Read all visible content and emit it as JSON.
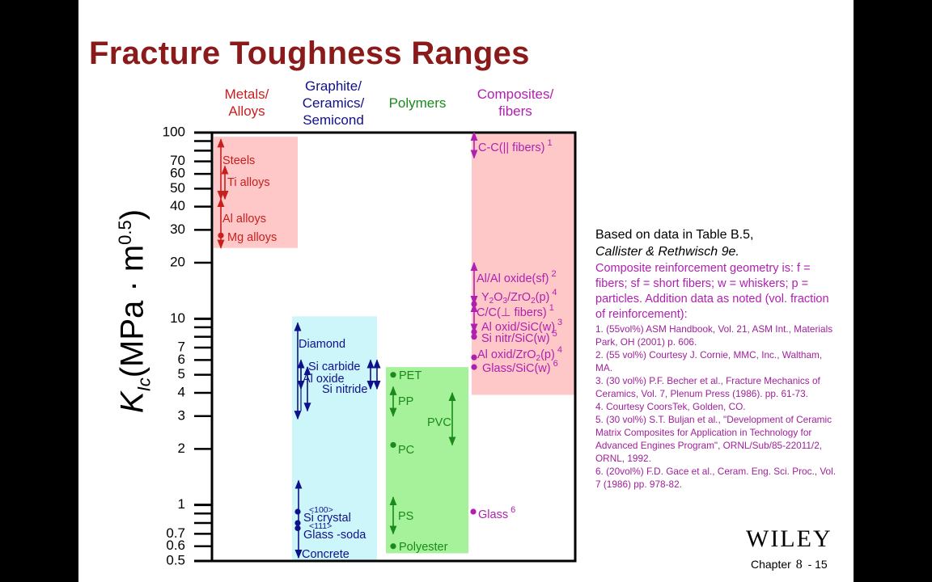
{
  "slide": {
    "title": "Fracture Toughness Ranges",
    "footer_logo": "WILEY",
    "chapter_label": "Chapter",
    "chapter_number": "8",
    "page_suffix": "- 15"
  },
  "notes": {
    "source_line1": "Based on data in Table B.5,",
    "source_line2": "Callister & Rethwisch 9e.",
    "geometry": "Composite reinforcement geometry is: f = fibers; sf = short fibers; w = whiskers; p = particles. Addition data as noted (vol. fraction of reinforcement):",
    "references": [
      "1. (55vol%) ASM Handbook, Vol. 21, ASM Int., Materials Park, OH (2001) p. 606.",
      "2. (55 vol%) Courtesy J. Cornie, MMC, Inc., Waltham, MA.",
      "3. (30 vol%) P.F. Becher et al., Fracture Mechanics of Ceramics, Vol. 7, Plenum Press (1986). pp. 61-73.",
      "4. Courtesy CoorsTek, Golden, CO.",
      "5. (30 vol%) S.T. Buljan et al., \"Development of Ceramic Matrix Composites for Application in Technology for Advanced Engines Program\", ORNL/Sub/85-22011/2, ORNL, 1992.",
      "6. (20vol%) F.D. Gace et al., Ceram. Eng. Sci. Proc., Vol. 7 (1986) pp. 978-82."
    ]
  },
  "chart_data": {
    "type": "range",
    "title": "Fracture Toughness Ranges",
    "ylabel": "K_Ic (MPa · m^0.5)",
    "yscale": "log",
    "ylim": [
      0.5,
      100
    ],
    "yticks": [
      0.5,
      0.6,
      0.7,
      1,
      2,
      3,
      4,
      5,
      6,
      7,
      10,
      20,
      30,
      40,
      50,
      60,
      70,
      100
    ],
    "ytick_labels": [
      "0.5",
      "0.6",
      "0.7",
      "1",
      "2",
      "3",
      "4",
      "5",
      "6",
      "7",
      "10",
      "20",
      "30",
      "40",
      "50",
      "60",
      "70",
      "100"
    ],
    "categories": [
      {
        "name": "Metals/ Alloys",
        "lines": [
          "Metals/",
          "Alloys"
        ],
        "color": "#c81e1e",
        "box_fill": "#ffc8c8",
        "box_range": [
          24,
          95
        ]
      },
      {
        "name": "Graphite/ Ceramics/ Semicond",
        "lines": [
          "Graphite/",
          "Ceramics/",
          "Semicond"
        ],
        "color": "#10108a",
        "box_fill": "#ccf6fa",
        "box_range": [
          0.5,
          10.3
        ]
      },
      {
        "name": "Polymers",
        "lines": [
          "Polymers"
        ],
        "color": "#1a8a1a",
        "box_fill": "#a6f29a",
        "box_range": [
          0.55,
          5.5
        ]
      },
      {
        "name": "Composites/ fibers",
        "lines": [
          "Composites/",
          "fibers"
        ],
        "color": "#b020b0",
        "box_fill": "#ffc8c8",
        "box_range": [
          3.9,
          100
        ]
      }
    ],
    "materials": [
      {
        "category": "Metals/ Alloys",
        "label": "Steels",
        "kind": "range",
        "range": [
          44,
          92
        ]
      },
      {
        "category": "Metals/ Alloys",
        "label": "Ti alloys",
        "kind": "range",
        "range": [
          44,
          66
        ]
      },
      {
        "category": "Metals/ Alloys",
        "label": "Al alloys",
        "kind": "range",
        "range": [
          24,
          44
        ]
      },
      {
        "category": "Metals/ Alloys",
        "label": "Mg alloys",
        "kind": "point",
        "value": 28
      },
      {
        "category": "Graphite/ Ceramics/ Semicond",
        "label": "Diamond",
        "kind": "range",
        "range": [
          2.9,
          9.5
        ]
      },
      {
        "category": "Graphite/ Ceramics/ Semicond",
        "label": "Si carbide",
        "kind": "range",
        "range": [
          4.2,
          6
        ]
      },
      {
        "category": "Graphite/ Ceramics/ Semicond",
        "label": "Al oxide",
        "kind": "range",
        "range": [
          3.2,
          5.5
        ]
      },
      {
        "category": "Graphite/ Ceramics/ Semicond",
        "label": "Si nitride",
        "kind": "range",
        "range": [
          4.2,
          6
        ]
      },
      {
        "category": "Graphite/ Ceramics/ Semicond",
        "label": "Si crystal",
        "annotation": "<100>",
        "kind": "point",
        "value": 0.92
      },
      {
        "category": "Graphite/ Ceramics/ Semicond",
        "label": "Si crystal",
        "annotation": "<111>",
        "kind": "point",
        "value": 0.8
      },
      {
        "category": "Graphite/ Ceramics/ Semicond",
        "label": "Glass -soda",
        "kind": "point",
        "value": 0.75
      },
      {
        "category": "Graphite/ Ceramics/ Semicond",
        "label": "Concrete",
        "kind": "range",
        "range": [
          0.52,
          1.35
        ]
      },
      {
        "category": "Polymers",
        "label": "PET",
        "kind": "point",
        "value": 5
      },
      {
        "category": "Polymers",
        "label": "PP",
        "kind": "range",
        "range": [
          3,
          4.3
        ]
      },
      {
        "category": "Polymers",
        "label": "PVC",
        "kind": "range",
        "range": [
          2.1,
          4
        ]
      },
      {
        "category": "Polymers",
        "label": "PC",
        "kind": "point",
        "value": 2.1
      },
      {
        "category": "Polymers",
        "label": "PS",
        "kind": "range",
        "range": [
          0.7,
          1.1
        ]
      },
      {
        "category": "Polymers",
        "label": "Polyester",
        "kind": "point",
        "value": 0.6
      },
      {
        "category": "Composites/ fibers",
        "label": "C-C(|| fibers)",
        "superscript": "1",
        "kind": "range",
        "range": [
          73,
          100
        ]
      },
      {
        "category": "Composites/ fibers",
        "label": "Al/Al oxide(sf)",
        "superscript": "2",
        "kind": "range",
        "range": [
          12,
          20
        ]
      },
      {
        "category": "Composites/ fibers",
        "label": "Y2O3/ZrO2(p)",
        "superscript": "4",
        "kind": "point",
        "value": 12
      },
      {
        "category": "Composites/ fibers",
        "label": "C/C(⊥ fibers)",
        "superscript": "1",
        "kind": "range",
        "range": [
          8.5,
          12
        ]
      },
      {
        "category": "Composites/ fibers",
        "label": "Al oxid/SiC(w)",
        "superscript": "3",
        "kind": "point",
        "value": 8.5
      },
      {
        "category": "Composites/ fibers",
        "label": "Si nitr/SiC(w)",
        "superscript": "5",
        "kind": "point",
        "value": 8
      },
      {
        "category": "Composites/ fibers",
        "label": "Al oxid/ZrO2(p)",
        "superscript": "4",
        "kind": "point",
        "value": 6.2
      },
      {
        "category": "Composites/ fibers",
        "label": "Glass/SiC(w)",
        "superscript": "6",
        "kind": "point",
        "value": 5.5
      },
      {
        "category": "Composites/ fibers",
        "label": "Glass",
        "superscript": "6",
        "kind": "point",
        "value": 0.92
      }
    ]
  }
}
